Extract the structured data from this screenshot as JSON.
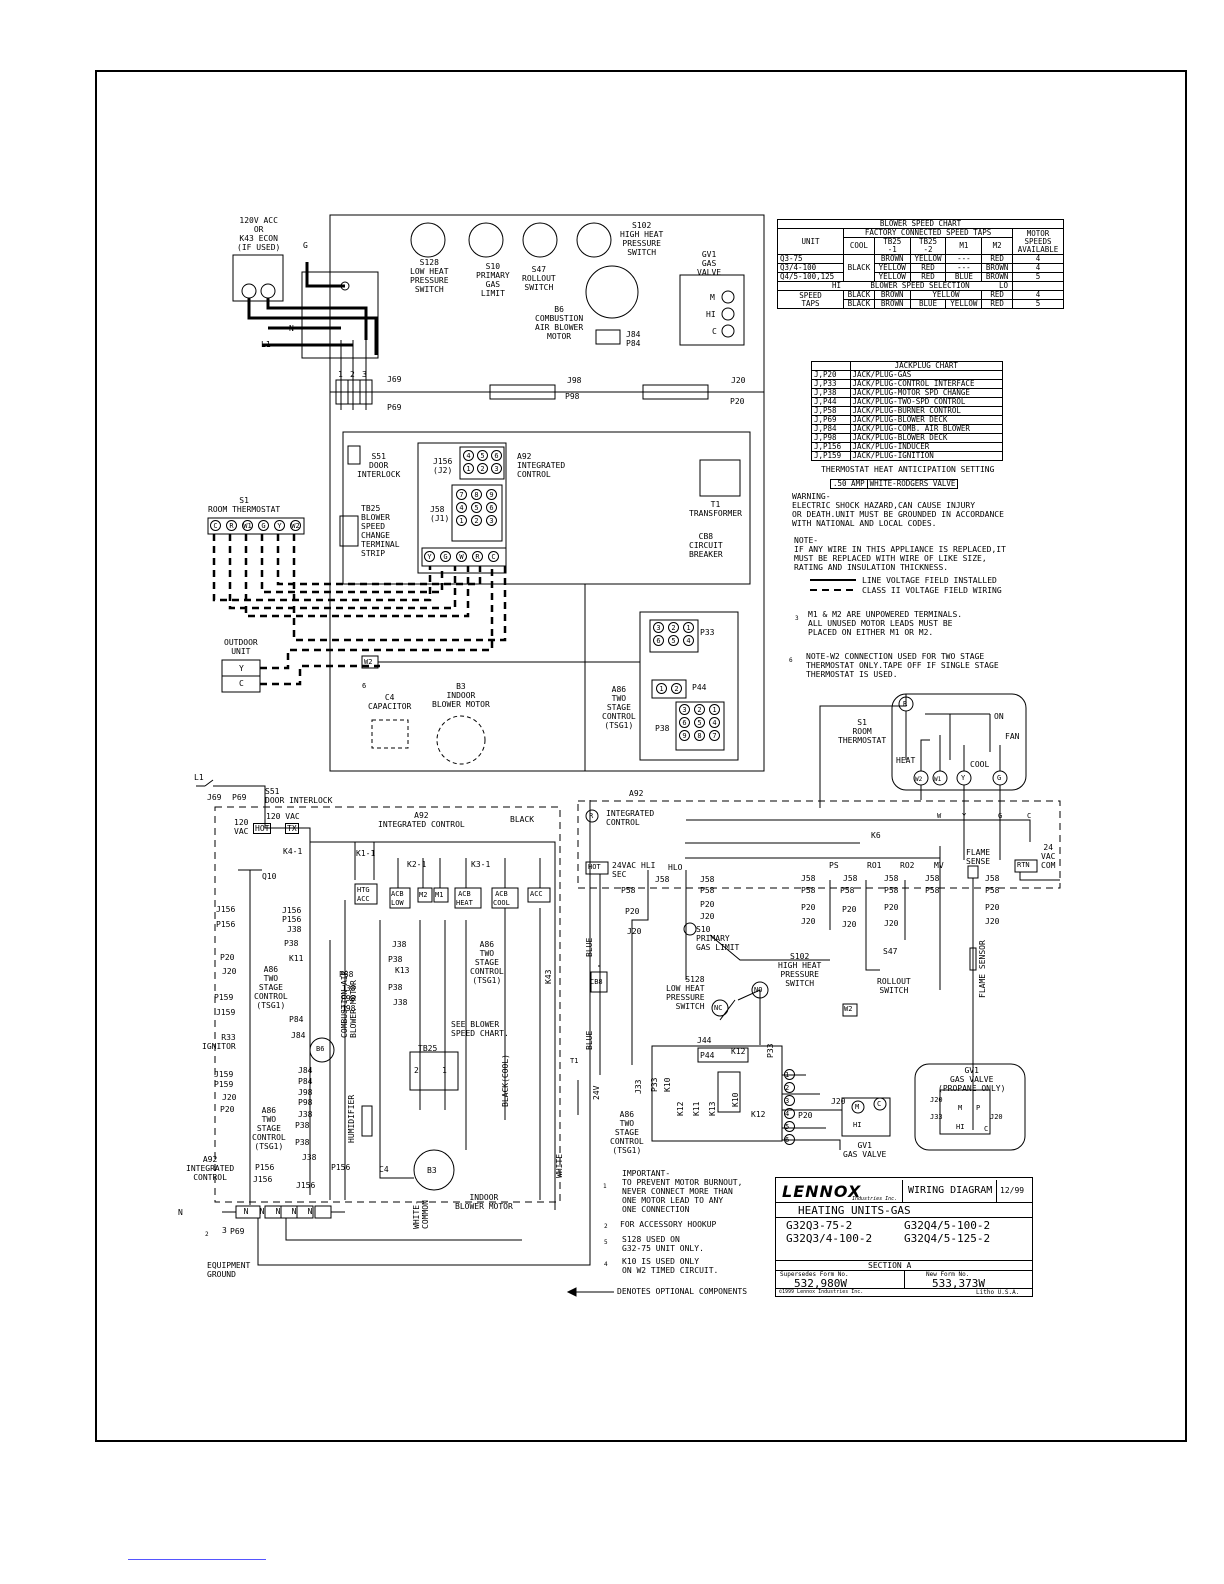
{
  "upper_left": {
    "supply_label": "120V ACC\nOR\nK43 ECON\n(IF USED)",
    "g_label": "G",
    "n_label": "N",
    "l1_label": "L1",
    "pins": [
      "1",
      "2",
      "3"
    ],
    "j69": "J69",
    "p69": "P69",
    "j98": "J98",
    "p98": "P98",
    "j20": "J20",
    "p20": "P20"
  },
  "switches": [
    {
      "label": "S128\nLOW HEAT\nPRESSURE\nSWITCH"
    },
    {
      "label": "S10\nPRIMARY\nGAS\nLIMIT"
    },
    {
      "label": "S47\nROLLOUT\nSWITCH"
    },
    {
      "label": "S102\nHIGH HEAT\nPRESSURE\nSWITCH"
    }
  ],
  "blower_b6": "B6\nCOMBUSTION\nAIR BLOWER\nMOTOR",
  "j84p84": "J84\nP84",
  "gas_valve_top": {
    "label": "GV1\nGAS\nVALVE",
    "terminals": [
      "M",
      "HI",
      "C"
    ]
  },
  "control_box": {
    "s51": "S51\nDOOR\nINTERLOCK",
    "j156": "J156\n(J2)",
    "j156_pins": [
      "4",
      "5",
      "6",
      "1",
      "2",
      "3"
    ],
    "a92": "A92\nINTEGRATED\nCONTROL",
    "j58": "J58\n(J1)",
    "j58_pins": [
      "7",
      "8",
      "9",
      "4",
      "5",
      "6",
      "1",
      "2",
      "3"
    ],
    "tb25": "TB25\nBLOWER\nSPEED\nCHANGE\nTERMINAL\nSTRIP",
    "terminal_strip": [
      "Y",
      "G",
      "W",
      "R",
      "C"
    ],
    "t1": "T1\nTRANSFORMER",
    "cb8": "CB8\nCIRCUIT\nBREAKER",
    "p33": "P33",
    "p33_pins": [
      "3",
      "2",
      "1",
      "6",
      "5",
      "4"
    ],
    "p44": "P44",
    "p44_pins": [
      "1",
      "2"
    ],
    "a86": "A86\nTWO\nSTAGE\nCONTROL\n(TSG1)",
    "p38": "P38",
    "p38_pins": [
      "3",
      "2",
      "1",
      "6",
      "5",
      "4",
      "9",
      "8",
      "7"
    ],
    "c4": "C4\nCAPACITOR",
    "b3": "B3\nINDOOR\nBLOWER MOTOR"
  },
  "room_thermostat_top": {
    "label": "S1\nROOM THERMOSTAT",
    "terminals": [
      "C",
      "R",
      "W1",
      "G",
      "Y",
      "W2"
    ]
  },
  "outdoor_unit": {
    "label": "OUTDOOR\nUNIT",
    "terminals": [
      "Y",
      "C"
    ],
    "w2": "W2",
    "note_num": "6"
  },
  "blower_speed_chart": {
    "title": "BLOWER SPEED CHART",
    "factory": "FACTORY CONNECTED SPEED TAPS",
    "motor_speeds": "MOTOR\nSPEEDS\nAVAILABLE",
    "headers": [
      "UNIT",
      "COOL",
      "TB25\n-1",
      "TB25\n-2",
      "M1",
      "M2"
    ],
    "rows": [
      {
        "unit": "Q3-75",
        "cool": "BLACK",
        "tb1": "BROWN",
        "tb2": "YELLOW",
        "m1": "---",
        "m2": "RED",
        "speeds": "4"
      },
      {
        "unit": "Q3/4-100",
        "tb1": "YELLOW",
        "tb2": "RED",
        "m1": "---",
        "m2": "BROWN",
        "speeds": "4"
      },
      {
        "unit": "Q4/5-100,125",
        "tb1": "YELLOW",
        "tb2": "RED",
        "m1": "BLUE",
        "m2": "BROWN",
        "speeds": "5"
      }
    ],
    "selection": "BLOWER SPEED SELECTION",
    "hi": "HI",
    "lo": "LO",
    "speed_taps": "SPEED\nTAPS",
    "tap_rows": [
      {
        "a": "BLACK",
        "b": "BROWN",
        "c": "YELLOW",
        "d": "RED",
        "n": "4"
      },
      {
        "a": "BLACK",
        "b": "BROWN",
        "c": "BLUE",
        "c2": "YELLOW",
        "d": "RED",
        "n": "5"
      }
    ]
  },
  "jackplug_chart": {
    "title": "JACKPLUG CHART",
    "rows": [
      [
        "J,P20",
        "JACK/PLUG-GAS"
      ],
      [
        "J,P33",
        "JACK/PLUG-CONTROL INTERFACE"
      ],
      [
        "J,P38",
        "JACK/PLUG-MOTOR SPD CHANGE"
      ],
      [
        "J,P44",
        "JACK/PLUG-TWO-SPD CONTROL"
      ],
      [
        "J,P58",
        "JACK/PLUG-BURNER CONTROL"
      ],
      [
        "J,P69",
        "JACK/PLUG-BLOWER DECK"
      ],
      [
        "J,P84",
        "JACK/PLUG-COMB. AIR BLOWER"
      ],
      [
        "J,P98",
        "JACK/PLUG-BLOWER DECK"
      ],
      [
        "J,P156",
        "JACK/PLUG-INDUCER"
      ],
      [
        "J,P159",
        "JACK/PLUG-IGNITION"
      ]
    ]
  },
  "anticipation": {
    "title": "THERMOSTAT HEAT ANTICIPATION SETTING",
    "amp": ".50 AMP",
    "valve": "WHITE-RODGERS VALVE"
  },
  "notes": {
    "warning": "WARNING-\nELECTRIC SHOCK HAZARD,CAN CAUSE INJURY\nOR DEATH.UNIT MUST BE GROUNDED IN ACCORDANCE\nWITH NATIONAL AND LOCAL CODES.",
    "note": "NOTE-\nIF ANY WIRE IN THIS APPLIANCE IS REPLACED,IT\nMUST BE REPLACED WITH WIRE OF LIKE SIZE,\nRATING AND INSULATION THICKNESS.",
    "line_voltage": "LINE VOLTAGE FIELD INSTALLED",
    "class2": "CLASS II VOLTAGE FIELD WIRING",
    "n3": "M1 & M2 ARE UNPOWERED TERMINALS.\nALL UNUSED MOTOR LEADS MUST BE\nPLACED ON EITHER M1 OR M2.",
    "n6": "NOTE-W2 CONNECTION USED FOR TWO STAGE\nTHERMOSTAT ONLY.TAPE OFF IF SINGLE STAGE\nTHERMOSTAT IS USED.",
    "n3_num": "3",
    "n6_num": "6"
  },
  "thermostat_right": {
    "label": "S1\nROOM\nTHERMOSTAT",
    "terminals": [
      "R",
      "W2",
      "W1",
      "Y",
      "G"
    ],
    "heat": "HEAT",
    "cool": "COOL",
    "on": "ON",
    "fan": "FAN"
  },
  "ladder_left": {
    "l1": "L1",
    "j69": "J69",
    "p69": "P69",
    "s51": "S51\nDOOR INTERLOCK",
    "vac120": "120\nVAC",
    "hot": "HOT",
    "vac120b": "120 VAC",
    "tx": "TX",
    "a92": "A92\nINTEGRATED CONTROL",
    "black": "BLACK",
    "k41": "K4-1",
    "k11": "K1-1",
    "k21": "K2-1",
    "k31": "K3-1",
    "q10": "Q10",
    "boxes": [
      "HTG\nACC",
      "ACB\nLOW",
      "M2",
      "M1",
      "ACB\nHEAT",
      "ACB\nCOOL",
      "ACC"
    ],
    "j156": "J156",
    "p156": "P156",
    "j38": "J38",
    "p38": "P38",
    "k11b": "K11",
    "p20": "P20",
    "j20": "J20",
    "a86": "A86\nTWO\nSTAGE\nCONTROL\n(TSG1)",
    "p159": "P159",
    "j159": "J159",
    "r33": "R33\nIGNITOR",
    "j98": "J98",
    "p98": "P98",
    "p84": "P84",
    "j84": "J84",
    "b6": "B6",
    "comb_air": "COMBUSTION AIR\nBLOWER MOTOR",
    "humidifier": "HUMIDIFIER",
    "k13": "K13",
    "a86b": "A86\nTWO\nSTAGE\nCONTROL\n(TSG1)",
    "see_blower": "SEE BLOWER\nSPEED CHART.",
    "tb25": "TB25",
    "tb_pins": [
      "2",
      "1"
    ],
    "black_cool": "BLACK(COOL)",
    "k43": "K43",
    "white": "WHITE",
    "a92b": "A92\nINTEGRATED\nCONTROL",
    "c4": "C4",
    "b3": "B3",
    "white_common": "WHITE-\nCOMMON",
    "indoor": "INDOOR\nBLOWER MOTOR",
    "n_label": "N",
    "n_terms": [
      "N",
      "N",
      "N",
      "N",
      "N"
    ],
    "p69b": "P69",
    "equip": "EQUIPMENT\nGROUND",
    "note2": "2",
    "num3": "3"
  },
  "ladder_right": {
    "a92": "A92",
    "r_term": "R",
    "integrated": "INTEGRATED\nCONTROL",
    "k6": "K6",
    "hot": "HOT",
    "vac24": "24VAC\nSEC",
    "hli": "HLI",
    "hlo": "HLO",
    "ps": "PS",
    "ro1": "RO1",
    "ro2": "RO2",
    "mv": "MV",
    "flame": "FLAME\nSENSE",
    "rtn": "RTN",
    "vac24com": "24\nVAC\nCOM",
    "w_term": "W",
    "y_term": "Y",
    "g_term": "G",
    "c_term": "C",
    "j58": "J58",
    "p58": "P58",
    "p20": "P20",
    "j20": "J20",
    "blue": "BLUE",
    "cb8": "CB8",
    "blue2": "BLUE",
    "s10": "S10\nPRIMARY\nGAS LIMIT",
    "s102": "S102\nHIGH HEAT\nPRESSURE\nSWITCH",
    "s128": "S128\nLOW HEAT\nPRESSURE\nSWITCH",
    "s47": "S47",
    "rollout": "ROLLOUT\nSWITCH",
    "no": "NO",
    "nc": "NC",
    "w2": "W2",
    "flame_sensor": "FLAME SENSOR",
    "j44": "J44",
    "p44": "P44",
    "k12": "K12",
    "p33": "P33",
    "j33": "J33",
    "k10": "K10",
    "k11": "K11",
    "k12b": "K12",
    "k13": "K13",
    "t1": "T1",
    "v24": "24V",
    "a86": "A86\nTWO\nSTAGE\nCONTROL\n(TSG1)",
    "gv1": "GV1\nGAS VALVE",
    "gv1b": "GV1\nGAS VALVE\n(PROPANE ONLY)",
    "m": "M",
    "c": "C",
    "hi": "HI",
    "p": "P",
    "pins": [
      "1",
      "2",
      "3",
      "4",
      "5",
      "6"
    ]
  },
  "important": {
    "text": "IMPORTANT-\nTO PREVENT MOTOR BURNOUT,\nNEVER CONNECT MORE THAN\nONE MOTOR LEAD TO ANY\nONE CONNECTION",
    "n2": "FOR ACCESSORY HOOKUP",
    "n5": "S128 USED ON\nG32-75 UNIT ONLY.",
    "n4": "K10 IS USED ONLY\nON W2 TIMED CIRCUIT.",
    "optional": "DENOTES OPTIONAL COMPONENTS",
    "nums": [
      "1",
      "2",
      "5",
      "4"
    ]
  },
  "title_block": {
    "brand": "LENNOX",
    "brand_sub": "Industries Inc.",
    "title": "WIRING DIAGRAM",
    "date": "12/99",
    "subtitle": "HEATING UNITS-GAS",
    "models": [
      "G32Q3-75-2",
      "G32Q4/5-100-2",
      "G32Q3/4-100-2",
      "G32Q4/5-125-2"
    ],
    "section": "SECTION A",
    "supersedes_label": "Supersedes Form No.",
    "supersedes": "532,980W",
    "new_label": "New Form No.",
    "new_form": "533,373W",
    "copyright": "©1999 Lennox Industries Inc.",
    "litho": "Litho U.S.A."
  }
}
